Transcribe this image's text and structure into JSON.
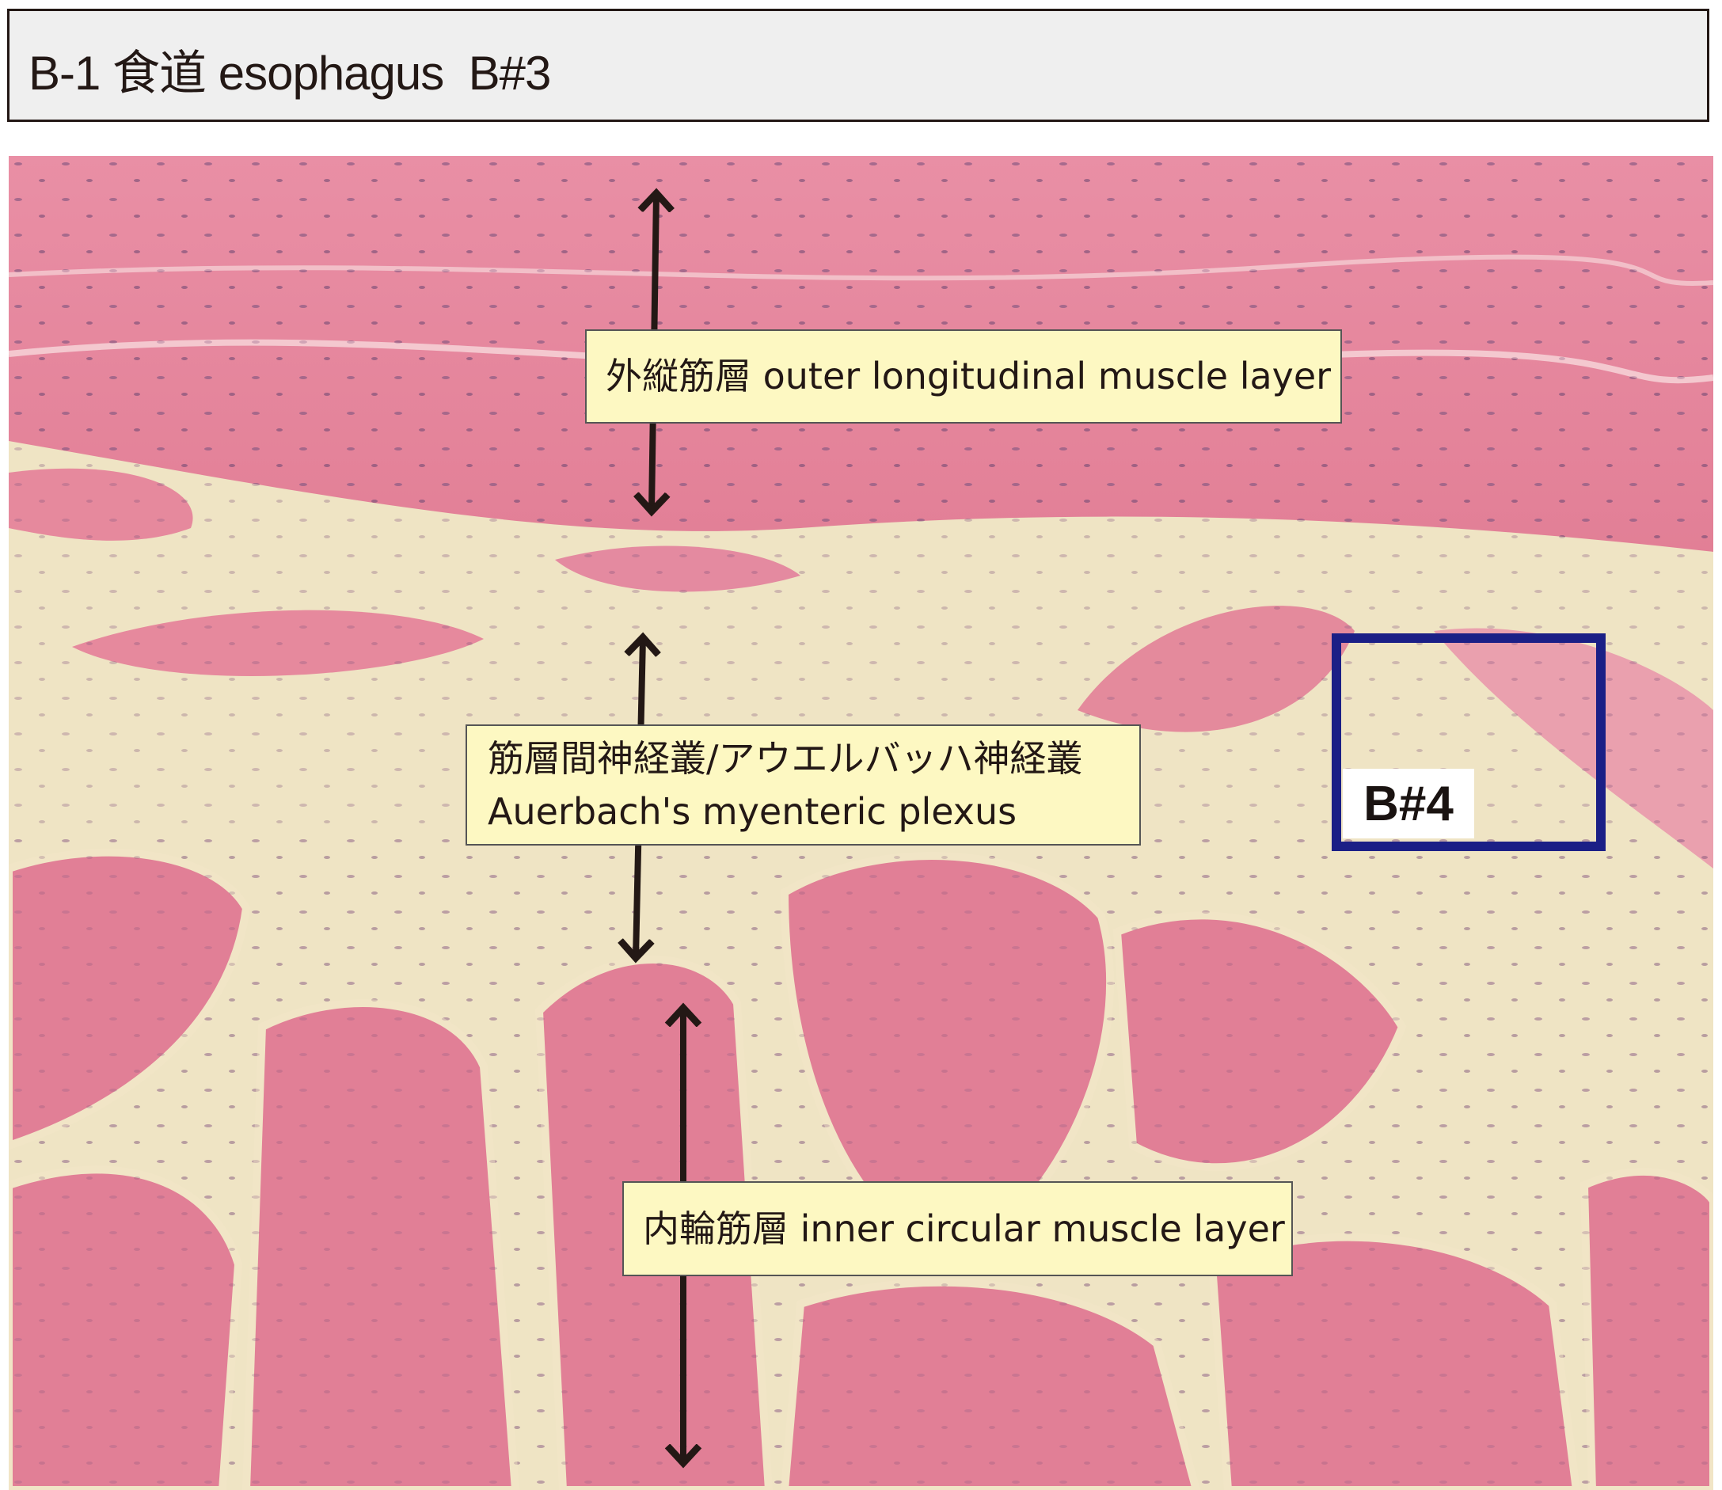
{
  "header": {
    "title": "B-1 食道 esophagus  B#3"
  },
  "annotations": [
    {
      "lines": [
        "外縦筋層 outer longitudinal muscle layer"
      ]
    },
    {
      "lines": [
        "筋層間神経叢/アウエルバッハ神経叢",
        "Auerbach's myenteric plexus"
      ]
    },
    {
      "lines": [
        "内輪筋層 inner circular muscle layer"
      ]
    }
  ],
  "roi": {
    "label": "B#4",
    "color": "#1b1f86"
  },
  "colors": {
    "muscle": "#e58a9e",
    "connective": "#efe3c2",
    "label_bg": "#fdf8c2"
  }
}
